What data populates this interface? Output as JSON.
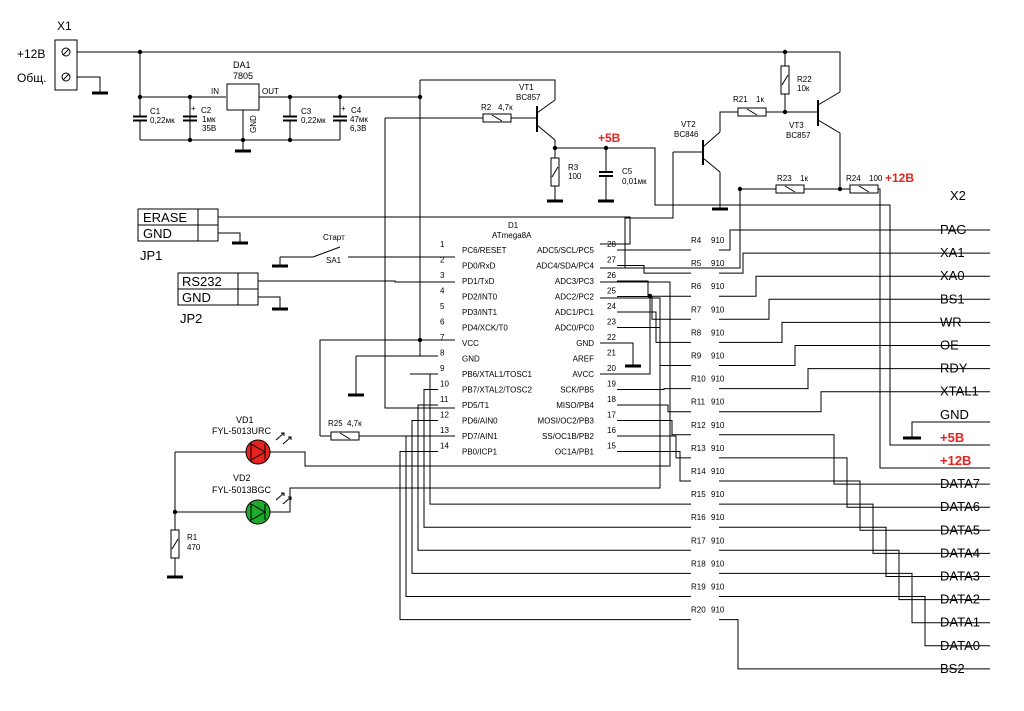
{
  "colors": {
    "wire": "#000000",
    "red_label": "#e8231f",
    "led_red": "#e8231f",
    "led_green": "#1faa2e"
  },
  "x1": {
    "ref": "X1",
    "pin1": "+12В",
    "pin2": "Общ."
  },
  "regulator": {
    "ref": "DA1",
    "part": "7805",
    "in": "IN",
    "out": "OUT",
    "gnd": "GND"
  },
  "caps": {
    "c1": {
      "ref": "C1",
      "val": "0,22мк"
    },
    "c2": {
      "ref": "C2",
      "val": "1мк",
      "val2": "35В"
    },
    "c3": {
      "ref": "C3",
      "val": "0,22мк"
    },
    "c4": {
      "ref": "C4",
      "val": "47мк",
      "val2": "6,3В"
    },
    "c5": {
      "ref": "C5",
      "val": "0,01мк"
    }
  },
  "transistors": {
    "vt1": {
      "ref": "VT1",
      "part": "BC857"
    },
    "vt2": {
      "ref": "VT2",
      "part": "BC846"
    },
    "vt3": {
      "ref": "VT3",
      "part": "BC857"
    }
  },
  "resistors_top": {
    "r1": {
      "ref": "R1",
      "val": "470"
    },
    "r2": {
      "ref": "R2",
      "val": "4,7к"
    },
    "r3": {
      "ref": "R3",
      "val": "100"
    },
    "r21": {
      "ref": "R21",
      "val": "1к"
    },
    "r22": {
      "ref": "R22",
      "val": "10к"
    },
    "r23": {
      "ref": "R23",
      "val": "1к"
    },
    "r24": {
      "ref": "R24",
      "val": "100"
    },
    "r25": {
      "ref": "R25",
      "val": "4,7к"
    }
  },
  "rails": {
    "plus5": "+5В",
    "plus12": "+12В"
  },
  "jp1": {
    "ref": "JP1",
    "pin1": "ERASE",
    "pin2": "GND"
  },
  "jp2": {
    "ref": "JP2",
    "pin1": "RS232",
    "pin2": "GND"
  },
  "switch": {
    "ref": "SA1",
    "label": "Старт"
  },
  "leds": {
    "vd1": {
      "ref": "VD1",
      "part": "FYL-5013URC"
    },
    "vd2": {
      "ref": "VD2",
      "part": "FYL-5013BGC"
    }
  },
  "mcu": {
    "ref": "D1",
    "part": "ATmega8A",
    "left_pins": [
      {
        "num": "1",
        "name": "PC6/RESET"
      },
      {
        "num": "2",
        "name": "PD0/RxD"
      },
      {
        "num": "3",
        "name": "PD1/TxD"
      },
      {
        "num": "4",
        "name": "PD2/INT0"
      },
      {
        "num": "5",
        "name": "PD3/INT1"
      },
      {
        "num": "6",
        "name": "PD4/XCK/T0"
      },
      {
        "num": "7",
        "name": "VCC"
      },
      {
        "num": "8",
        "name": "GND"
      },
      {
        "num": "9",
        "name": "PB6/XTAL1/TOSC1"
      },
      {
        "num": "10",
        "name": "PB7/XTAL2/TOSC2"
      },
      {
        "num": "11",
        "name": "PD5/T1"
      },
      {
        "num": "12",
        "name": "PD6/AIN0"
      },
      {
        "num": "13",
        "name": "PD7/AIN1"
      },
      {
        "num": "14",
        "name": "PB0/ICP1"
      }
    ],
    "right_pins": [
      {
        "num": "28",
        "name": "ADC5/SCL/PC5"
      },
      {
        "num": "27",
        "name": "ADC4/SDA/PC4"
      },
      {
        "num": "26",
        "name": "ADC3/PC3"
      },
      {
        "num": "25",
        "name": "ADC2/PC2"
      },
      {
        "num": "24",
        "name": "ADC1/PC1"
      },
      {
        "num": "23",
        "name": "ADC0/PC0"
      },
      {
        "num": "22",
        "name": "GND"
      },
      {
        "num": "21",
        "name": "AREF"
      },
      {
        "num": "20",
        "name": "AVCC"
      },
      {
        "num": "19",
        "name": "SCK/PB5"
      },
      {
        "num": "18",
        "name": "MISO/PB4"
      },
      {
        "num": "17",
        "name": "MOSI/OC2/PB3"
      },
      {
        "num": "16",
        "name": "SS/OC1B/PB2"
      },
      {
        "num": "15",
        "name": "OC1A/PB1"
      }
    ]
  },
  "series_resistors": [
    {
      "ref": "R4",
      "val": "910"
    },
    {
      "ref": "R5",
      "val": "910"
    },
    {
      "ref": "R6",
      "val": "910"
    },
    {
      "ref": "R7",
      "val": "910"
    },
    {
      "ref": "R8",
      "val": "910"
    },
    {
      "ref": "R9",
      "val": "910"
    },
    {
      "ref": "R10",
      "val": "910"
    },
    {
      "ref": "R11",
      "val": "910"
    },
    {
      "ref": "R12",
      "val": "910"
    },
    {
      "ref": "R13",
      "val": "910"
    },
    {
      "ref": "R14",
      "val": "910"
    },
    {
      "ref": "R15",
      "val": "910"
    },
    {
      "ref": "R16",
      "val": "910"
    },
    {
      "ref": "R17",
      "val": "910"
    },
    {
      "ref": "R18",
      "val": "910"
    },
    {
      "ref": "R19",
      "val": "910"
    },
    {
      "ref": "R20",
      "val": "910"
    }
  ],
  "x2": {
    "ref": "X2",
    "pins": [
      {
        "label": "PAG",
        "red": false
      },
      {
        "label": "XA1",
        "red": false
      },
      {
        "label": "XA0",
        "red": false
      },
      {
        "label": "BS1",
        "red": false
      },
      {
        "label": "WR",
        "red": false
      },
      {
        "label": "OE",
        "red": false
      },
      {
        "label": "RDY",
        "red": false
      },
      {
        "label": "XTAL1",
        "red": false
      },
      {
        "label": "GND",
        "red": false
      },
      {
        "label": "+5В",
        "red": true
      },
      {
        "label": "+12В",
        "red": true
      },
      {
        "label": "DATA7",
        "red": false
      },
      {
        "label": "DATA6",
        "red": false
      },
      {
        "label": "DATA5",
        "red": false
      },
      {
        "label": "DATA4",
        "red": false
      },
      {
        "label": "DATA3",
        "red": false
      },
      {
        "label": "DATA2",
        "red": false
      },
      {
        "label": "DATA1",
        "red": false
      },
      {
        "label": "DATA0",
        "red": false
      },
      {
        "label": "BS2",
        "red": false
      }
    ]
  }
}
